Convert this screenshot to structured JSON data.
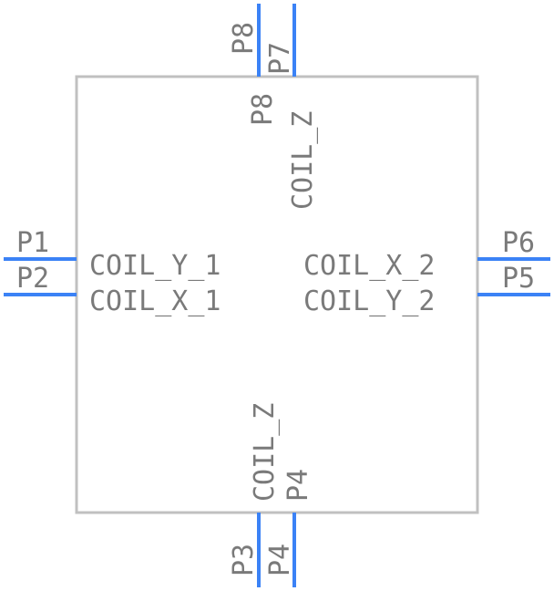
{
  "diagram": {
    "colors": {
      "body_outline": "#c0c0c0",
      "pin": "#3b82f6",
      "text": "#7a7a7a"
    },
    "pins": {
      "top_left": "P8",
      "top_right": "P7",
      "left_top": "P1",
      "left_bottom": "P2",
      "right_top": "P6",
      "right_bottom": "P5",
      "bottom_left": "P3",
      "bottom_right": "P4"
    },
    "inner_labels": {
      "top_pin": "P8",
      "top_coil": "COIL_Z",
      "left_top": "COIL_Y_1",
      "left_bottom": "COIL_X_1",
      "right_top": "COIL_X_2",
      "right_bottom": "COIL_Y_2",
      "bottom_coil": "COIL_Z",
      "bottom_pin": "P4"
    }
  }
}
